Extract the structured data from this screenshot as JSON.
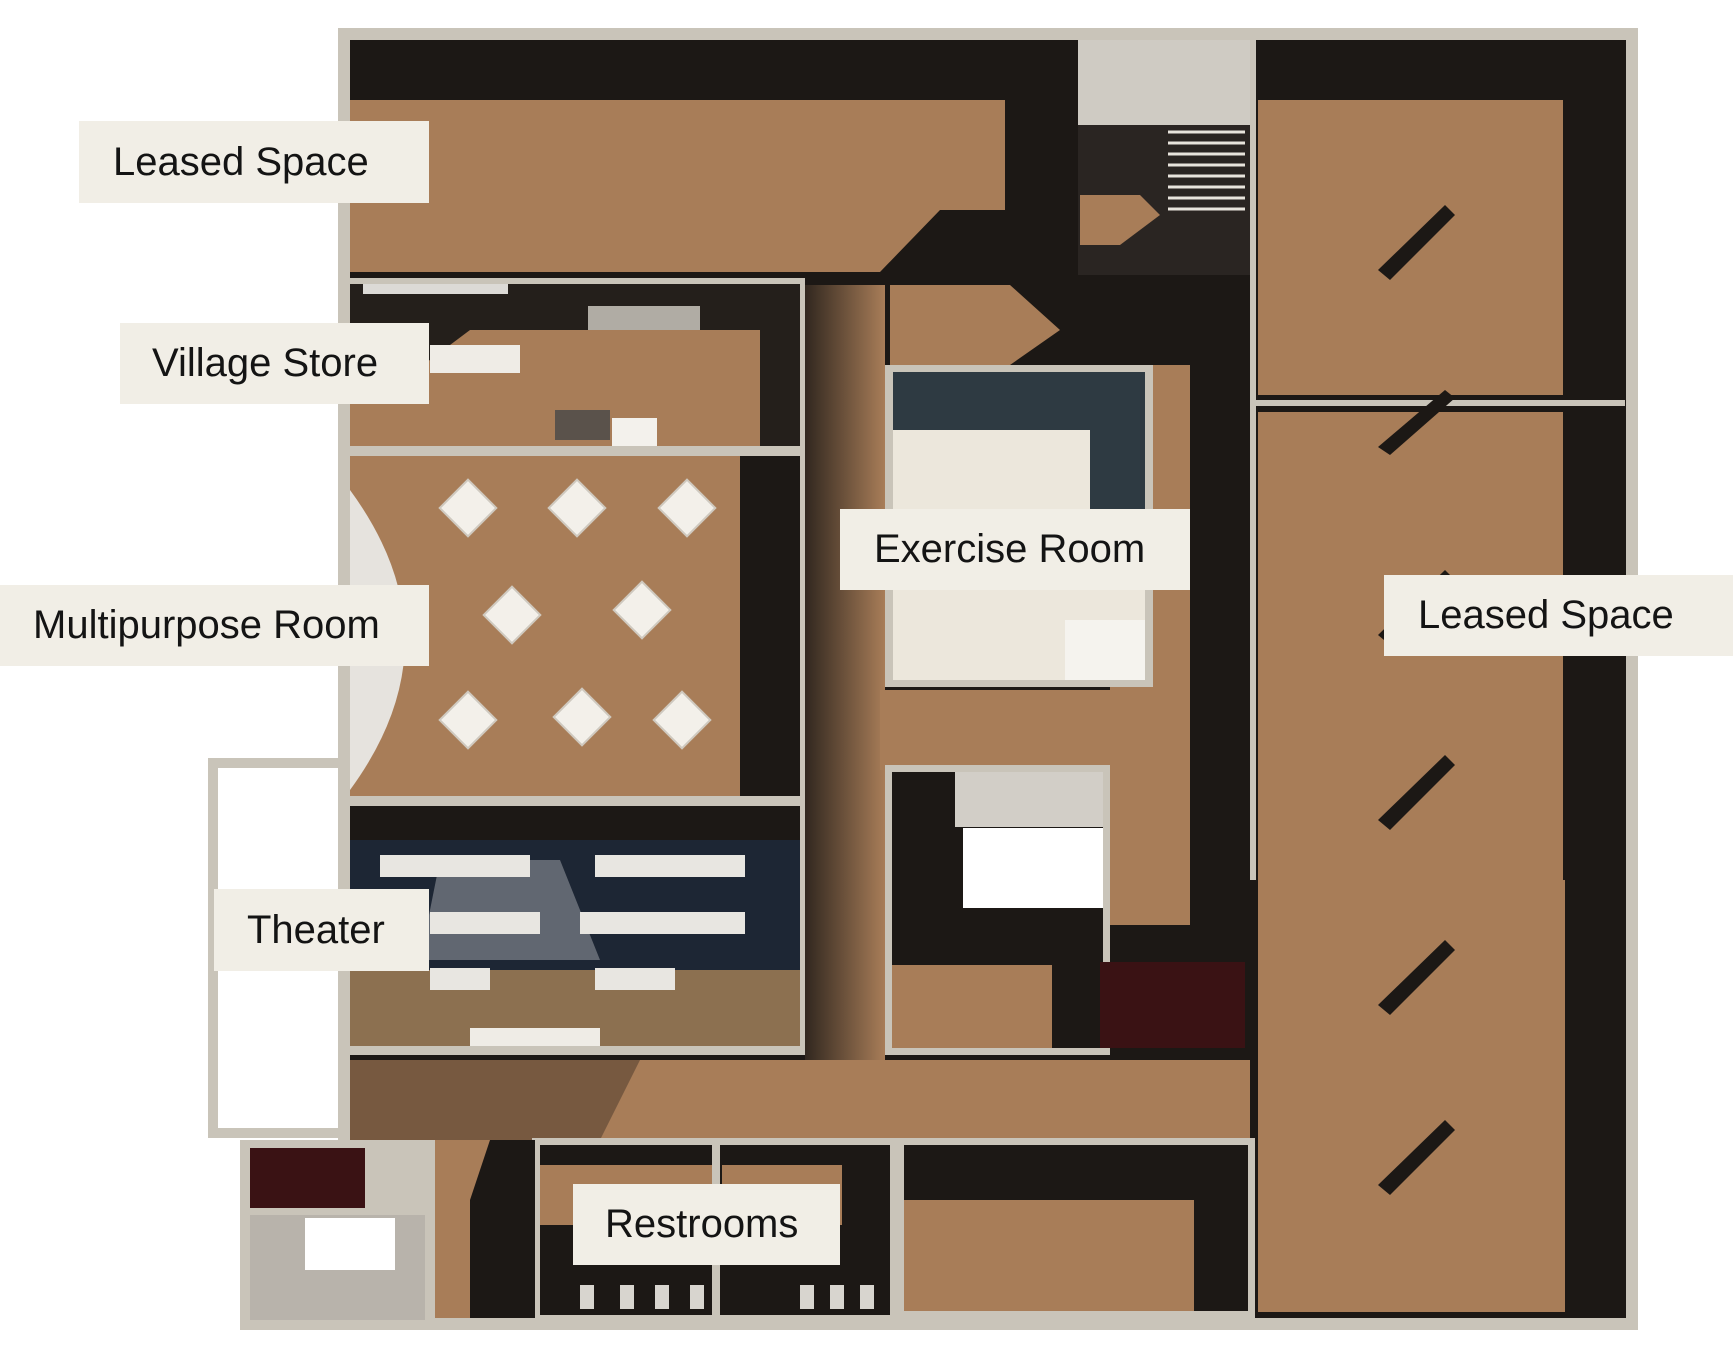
{
  "labels": {
    "leased_space_top": "Leased Space",
    "village_store": "Village Store",
    "multipurpose_room": "Multipurpose Room",
    "theater": "Theater",
    "exercise_room": "Exercise Room",
    "leased_space_right": "Leased Space",
    "restrooms": "Restrooms"
  },
  "colors": {
    "floor": "#a87d58",
    "shadow": "#1c1815",
    "wall": "#c9c4b9",
    "label_bg": "#f1eee6",
    "exercise_floor": "#ece7dc",
    "theater_floor": "#1d2634"
  }
}
